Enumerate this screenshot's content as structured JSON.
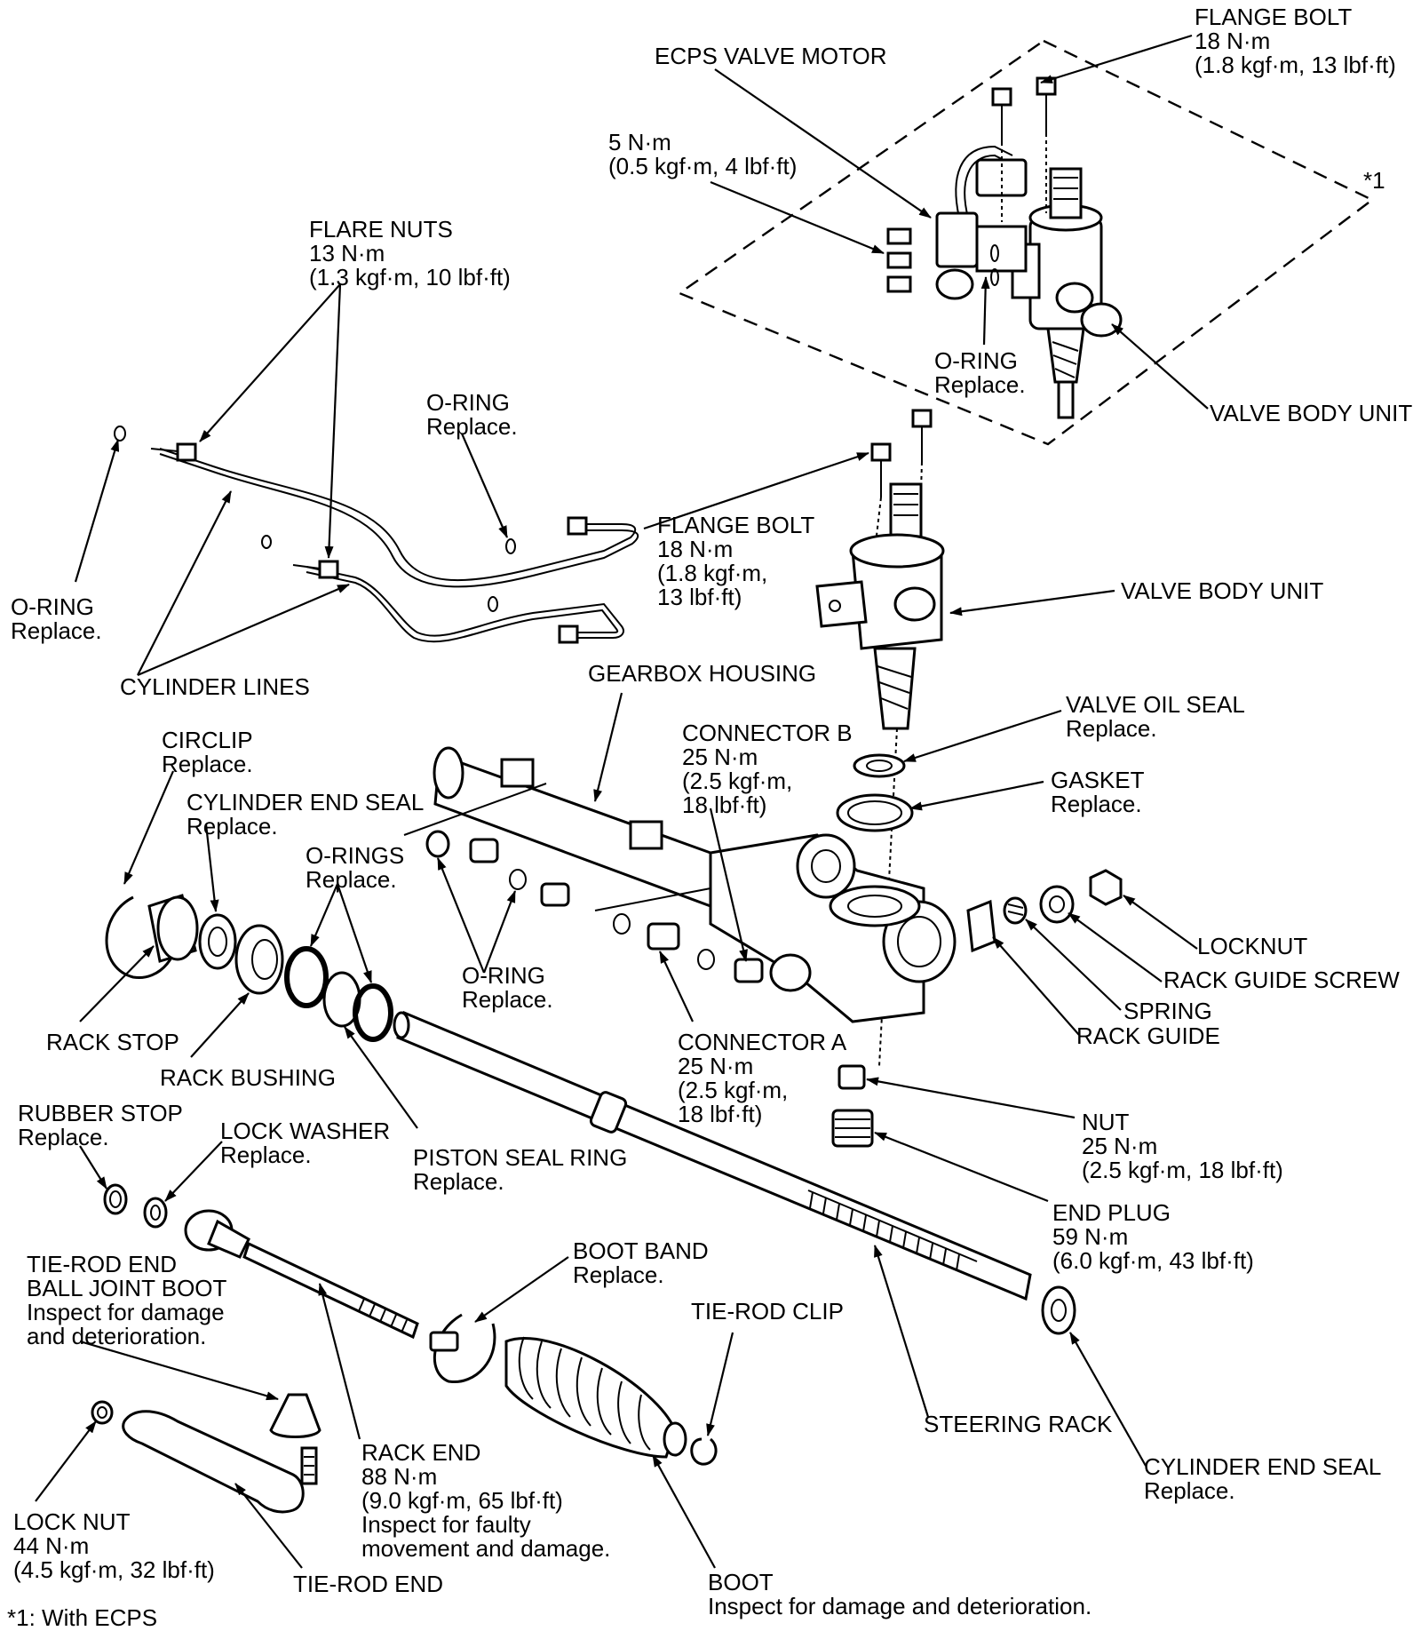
{
  "labels": {
    "flange_bolt_top": [
      "FLANGE BOLT",
      "18 N·m",
      "(1.8 kgf·m, 13 lbf·ft)"
    ],
    "ecps_valve_motor": [
      "ECPS VALVE MOTOR"
    ],
    "torque_5nm": [
      "5 N·m",
      "(0.5 kgf·m, 4 lbf·ft)"
    ],
    "star1": [
      "*1"
    ],
    "flare_nuts": [
      "FLARE NUTS",
      "13 N·m",
      "(1.3 kgf·m, 10 lbf·ft)"
    ],
    "oring_top": [
      "O-RING",
      "Replace."
    ],
    "valve_body_unit_top": [
      "VALVE BODY UNIT"
    ],
    "oring_upper": [
      "O-RING",
      "Replace."
    ],
    "oring_left": [
      "O-RING",
      "Replace."
    ],
    "flange_bolt_mid": [
      "FLANGE BOLT",
      "18 N·m",
      "(1.8 kgf·m,",
      " 13 lbf·ft)"
    ],
    "valve_body_unit_mid": [
      "VALVE BODY UNIT"
    ],
    "cylinder_lines": [
      "CYLINDER LINES"
    ],
    "gearbox_housing": [
      "GEARBOX HOUSING"
    ],
    "circlip": [
      "CIRCLIP",
      "Replace."
    ],
    "connector_b": [
      "CONNECTOR B",
      "25 N·m",
      "(2.5 kgf·m,",
      "18 lbf·ft)"
    ],
    "valve_oil_seal": [
      "VALVE OIL SEAL",
      "Replace."
    ],
    "cylinder_end_seal_upper": [
      "CYLINDER END SEAL",
      "Replace."
    ],
    "gasket": [
      "GASKET",
      "Replace."
    ],
    "o_rings": [
      "O-RINGS",
      "Replace."
    ],
    "locknut": [
      "LOCKNUT"
    ],
    "rack_guide_screw": [
      "RACK GUIDE SCREW"
    ],
    "oring_mid": [
      "O-RING",
      "Replace."
    ],
    "spring": [
      "SPRING"
    ],
    "rack_guide": [
      "RACK GUIDE"
    ],
    "rack_stop": [
      "RACK STOP"
    ],
    "connector_a": [
      "CONNECTOR A",
      "25 N·m",
      "(2.5 kgf·m,",
      "18 lbf·ft)"
    ],
    "rack_bushing": [
      "RACK BUSHING"
    ],
    "nut": [
      "NUT",
      "25 N·m",
      "(2.5 kgf·m, 18 lbf·ft)"
    ],
    "rubber_stop": [
      "RUBBER STOP",
      "Replace."
    ],
    "lock_washer": [
      "LOCK WASHER",
      "Replace."
    ],
    "piston_seal_ring": [
      "PISTON SEAL RING",
      "Replace."
    ],
    "end_plug": [
      "END PLUG",
      "59 N·m",
      "(6.0 kgf·m, 43 lbf·ft)"
    ],
    "boot_band": [
      "BOOT BAND",
      "Replace."
    ],
    "tie_rod_end_boot": [
      "TIE-ROD END",
      "BALL JOINT BOOT",
      "Inspect for damage",
      " and deterioration."
    ],
    "tie_rod_clip": [
      "TIE-ROD CLIP"
    ],
    "rack_end": [
      "RACK END",
      "88 N·m",
      "(9.0 kgf·m, 65 lbf·ft)",
      "Inspect for faulty",
      "movement and damage."
    ],
    "steering_rack": [
      "STEERING RACK"
    ],
    "cylinder_end_seal_lower": [
      "CYLINDER END SEAL",
      "Replace."
    ],
    "lock_nut": [
      "LOCK NUT",
      "44 N·m",
      "(4.5 kgf·m, 32 lbf·ft)"
    ],
    "tie_rod_end": [
      "TIE-ROD END"
    ],
    "boot": [
      "BOOT",
      "Inspect for damage and deterioration."
    ],
    "footnote": [
      "*1: With ECPS"
    ]
  }
}
